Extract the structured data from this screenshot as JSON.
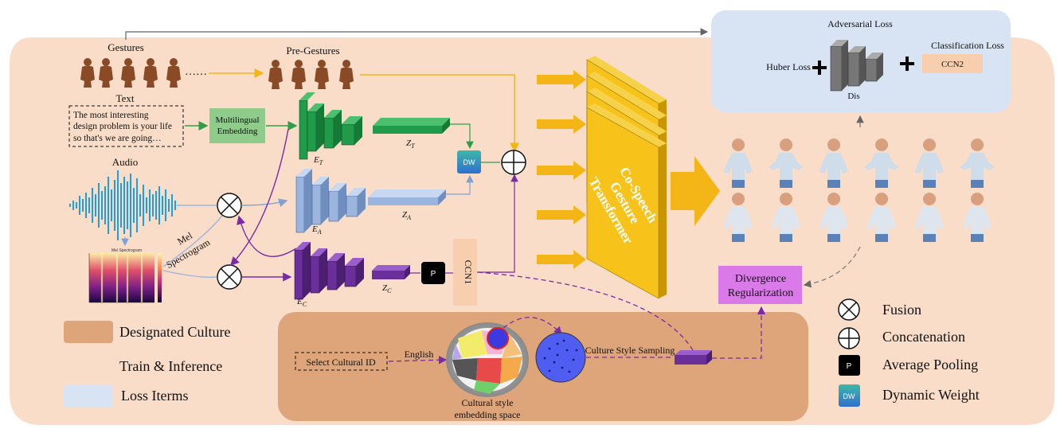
{
  "colors": {
    "train_bg": "#f9ddc8",
    "culture_bg": "#dea57a",
    "loss_bg": "#d8e3f4",
    "text_enc": "#1f9b4a",
    "audio_enc": "#9bb5de",
    "culture_enc": "#6a2f9a",
    "transformer": "#f7c31a",
    "arrow_yellow": "#f3b616",
    "ccn": "#f7cfae",
    "divergence": "#d97ae8",
    "embedding_green": "#8fcb8a"
  },
  "labels": {
    "gestures": "Gestures",
    "pre_gestures": "Pre-Gestures",
    "text": "Text",
    "text_sample_1": "The most interesting",
    "text_sample_2": "design problem is your life",
    "text_sample_3": "so that's we are going…",
    "multilingual_1": "Multilingual",
    "multilingual_2": "Embedding",
    "audio": "Audio",
    "mel_1": "Mel",
    "mel_2": "Spectrogram",
    "mel_plot_title": "Mel Spectrogram",
    "e_t": "E",
    "e_t_sub": "T",
    "e_a": "E",
    "e_a_sub": "A",
    "e_c": "E",
    "e_c_sub": "C",
    "z_t": "Z",
    "z_t_sub": "T",
    "z_a": "Z",
    "z_a_sub": "A",
    "z_c": "Z",
    "z_c_sub": "C",
    "dw": "DW",
    "p": "P",
    "ccn1": "CCN1",
    "transformer_1": "Co-Speech",
    "transformer_2": "Gesture",
    "transformer_3": "Transformer",
    "adversarial_loss": "Adversarial Loss",
    "huber_loss": "Huber Loss",
    "classification_loss": "Classification Loss",
    "ccn2": "CCN2",
    "dis": "Dis",
    "divergence_1": "Divergence",
    "divergence_2": "Regularization",
    "select_cultural_id": "Select Cultural ID",
    "english": "English",
    "culture_style_sampling": "Culture Style Sampling",
    "embedding_space_1": "Cultural style",
    "embedding_space_2": "embedding space",
    "dots": "……"
  },
  "legend": {
    "designated_culture": "Designated Culture",
    "train_inference": "Train & Inference",
    "loss_items": "Loss Iterms",
    "fusion": "Fusion",
    "concatenation": "Concatenation",
    "average_pooling": "Average Pooling",
    "dynamic_weight": "Dynamic Weight",
    "p_symbol": "P",
    "dw_symbol": "DW"
  }
}
